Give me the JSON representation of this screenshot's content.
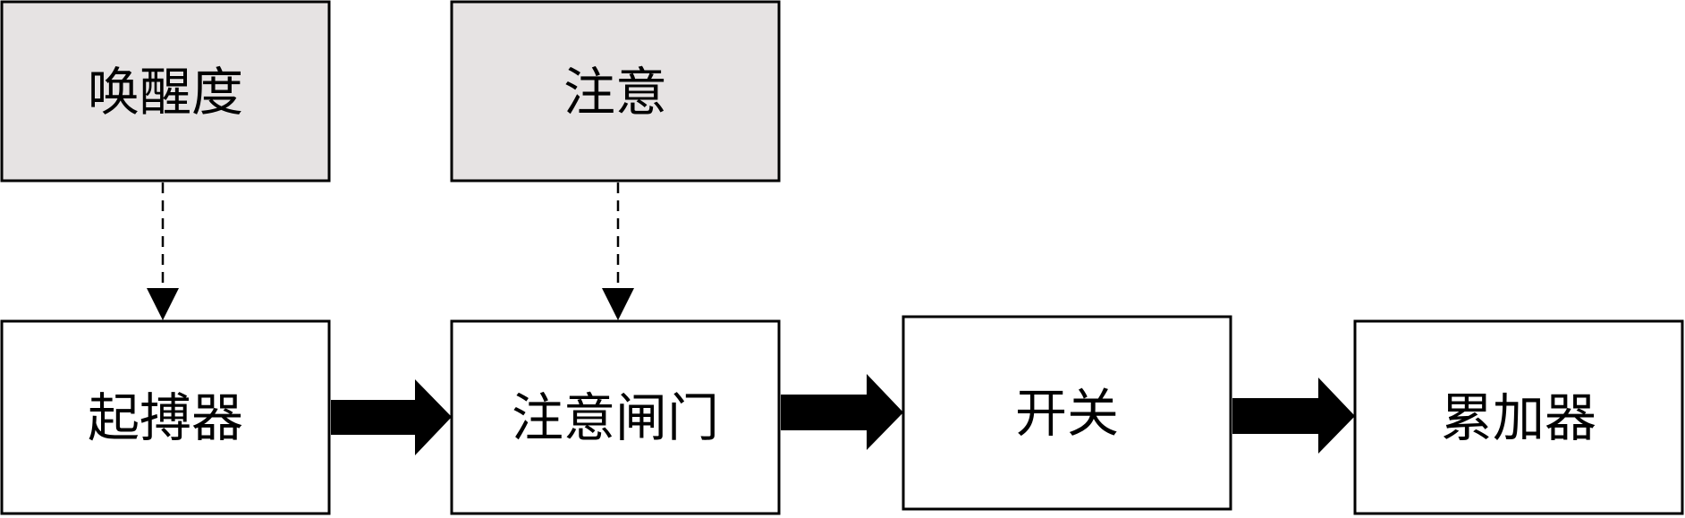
{
  "diagram": {
    "colors": {
      "modulator_fill": "#e6e3e3",
      "stage_fill": "#ffffff",
      "stroke": "#000000"
    },
    "modulators": [
      {
        "id": "arousal",
        "label": "唤醒度"
      },
      {
        "id": "attention",
        "label": "注意"
      }
    ],
    "stages": [
      {
        "id": "pacemaker",
        "label": "起搏器"
      },
      {
        "id": "attention_gate",
        "label": "注意闸门"
      },
      {
        "id": "switch",
        "label": "开关"
      },
      {
        "id": "accumulator",
        "label": "累加器"
      }
    ],
    "connections": [
      {
        "from": "arousal",
        "to": "pacemaker",
        "style": "dashed"
      },
      {
        "from": "attention",
        "to": "attention_gate",
        "style": "dashed"
      },
      {
        "from": "pacemaker",
        "to": "attention_gate",
        "style": "thick"
      },
      {
        "from": "attention_gate",
        "to": "switch",
        "style": "thick"
      },
      {
        "from": "switch",
        "to": "accumulator",
        "style": "thick"
      }
    ]
  }
}
